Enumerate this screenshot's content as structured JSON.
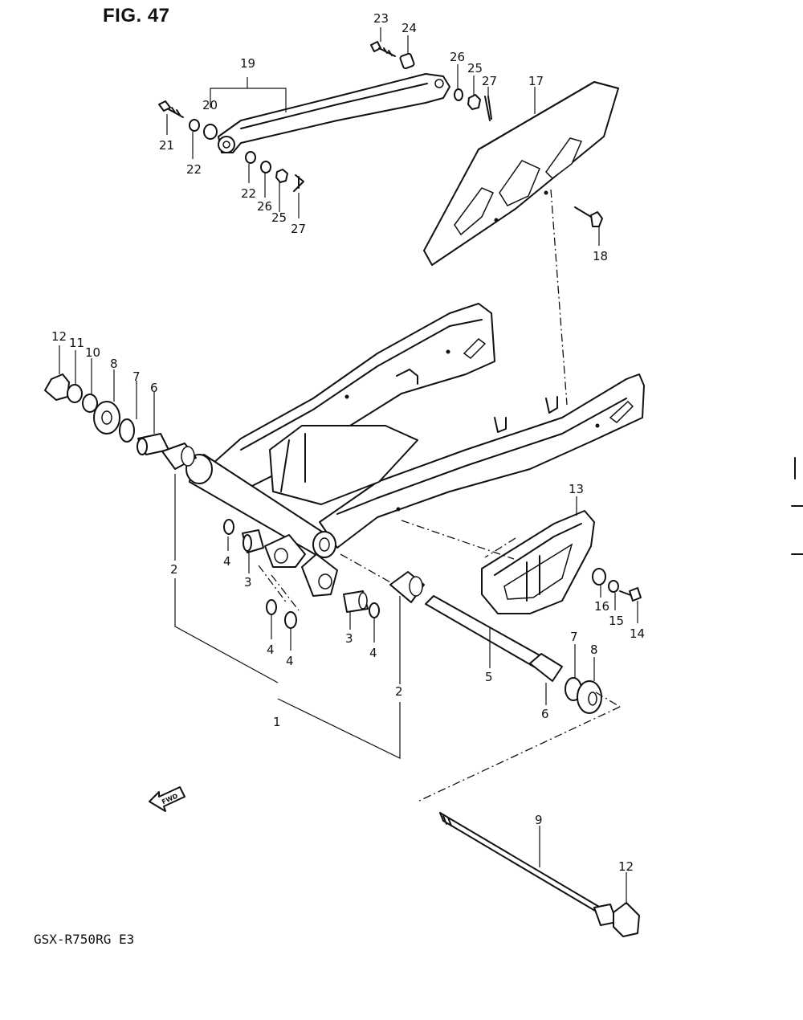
{
  "figure": {
    "title": "FIG. 47",
    "model_code": "GSX-R750RG  E3"
  },
  "fwd_arrow_label": "FWD",
  "callouts": {
    "c23": "23",
    "c24": "24",
    "c19": "19",
    "c26a": "26",
    "c25a": "25",
    "c27a": "27",
    "c17": "17",
    "c20": "20",
    "c21": "21",
    "c22a": "22",
    "c22b": "22",
    "c26b": "26",
    "c25b": "25",
    "c27b": "27",
    "c18": "18",
    "c12a": "12",
    "c11": "11",
    "c10": "10",
    "c8a": "8",
    "c7a": "7",
    "c6a": "6",
    "c13": "13",
    "c2a": "2",
    "c4a": "4",
    "c3a": "3",
    "c16": "16",
    "c15": "15",
    "c14": "14",
    "c4b": "4",
    "c4c": "4",
    "c3b": "3",
    "c4d": "4",
    "c5": "5",
    "c7b": "7",
    "c8b": "8",
    "c2b": "2",
    "c6b": "6",
    "c1": "1",
    "c9": "9",
    "c12b": "12"
  }
}
